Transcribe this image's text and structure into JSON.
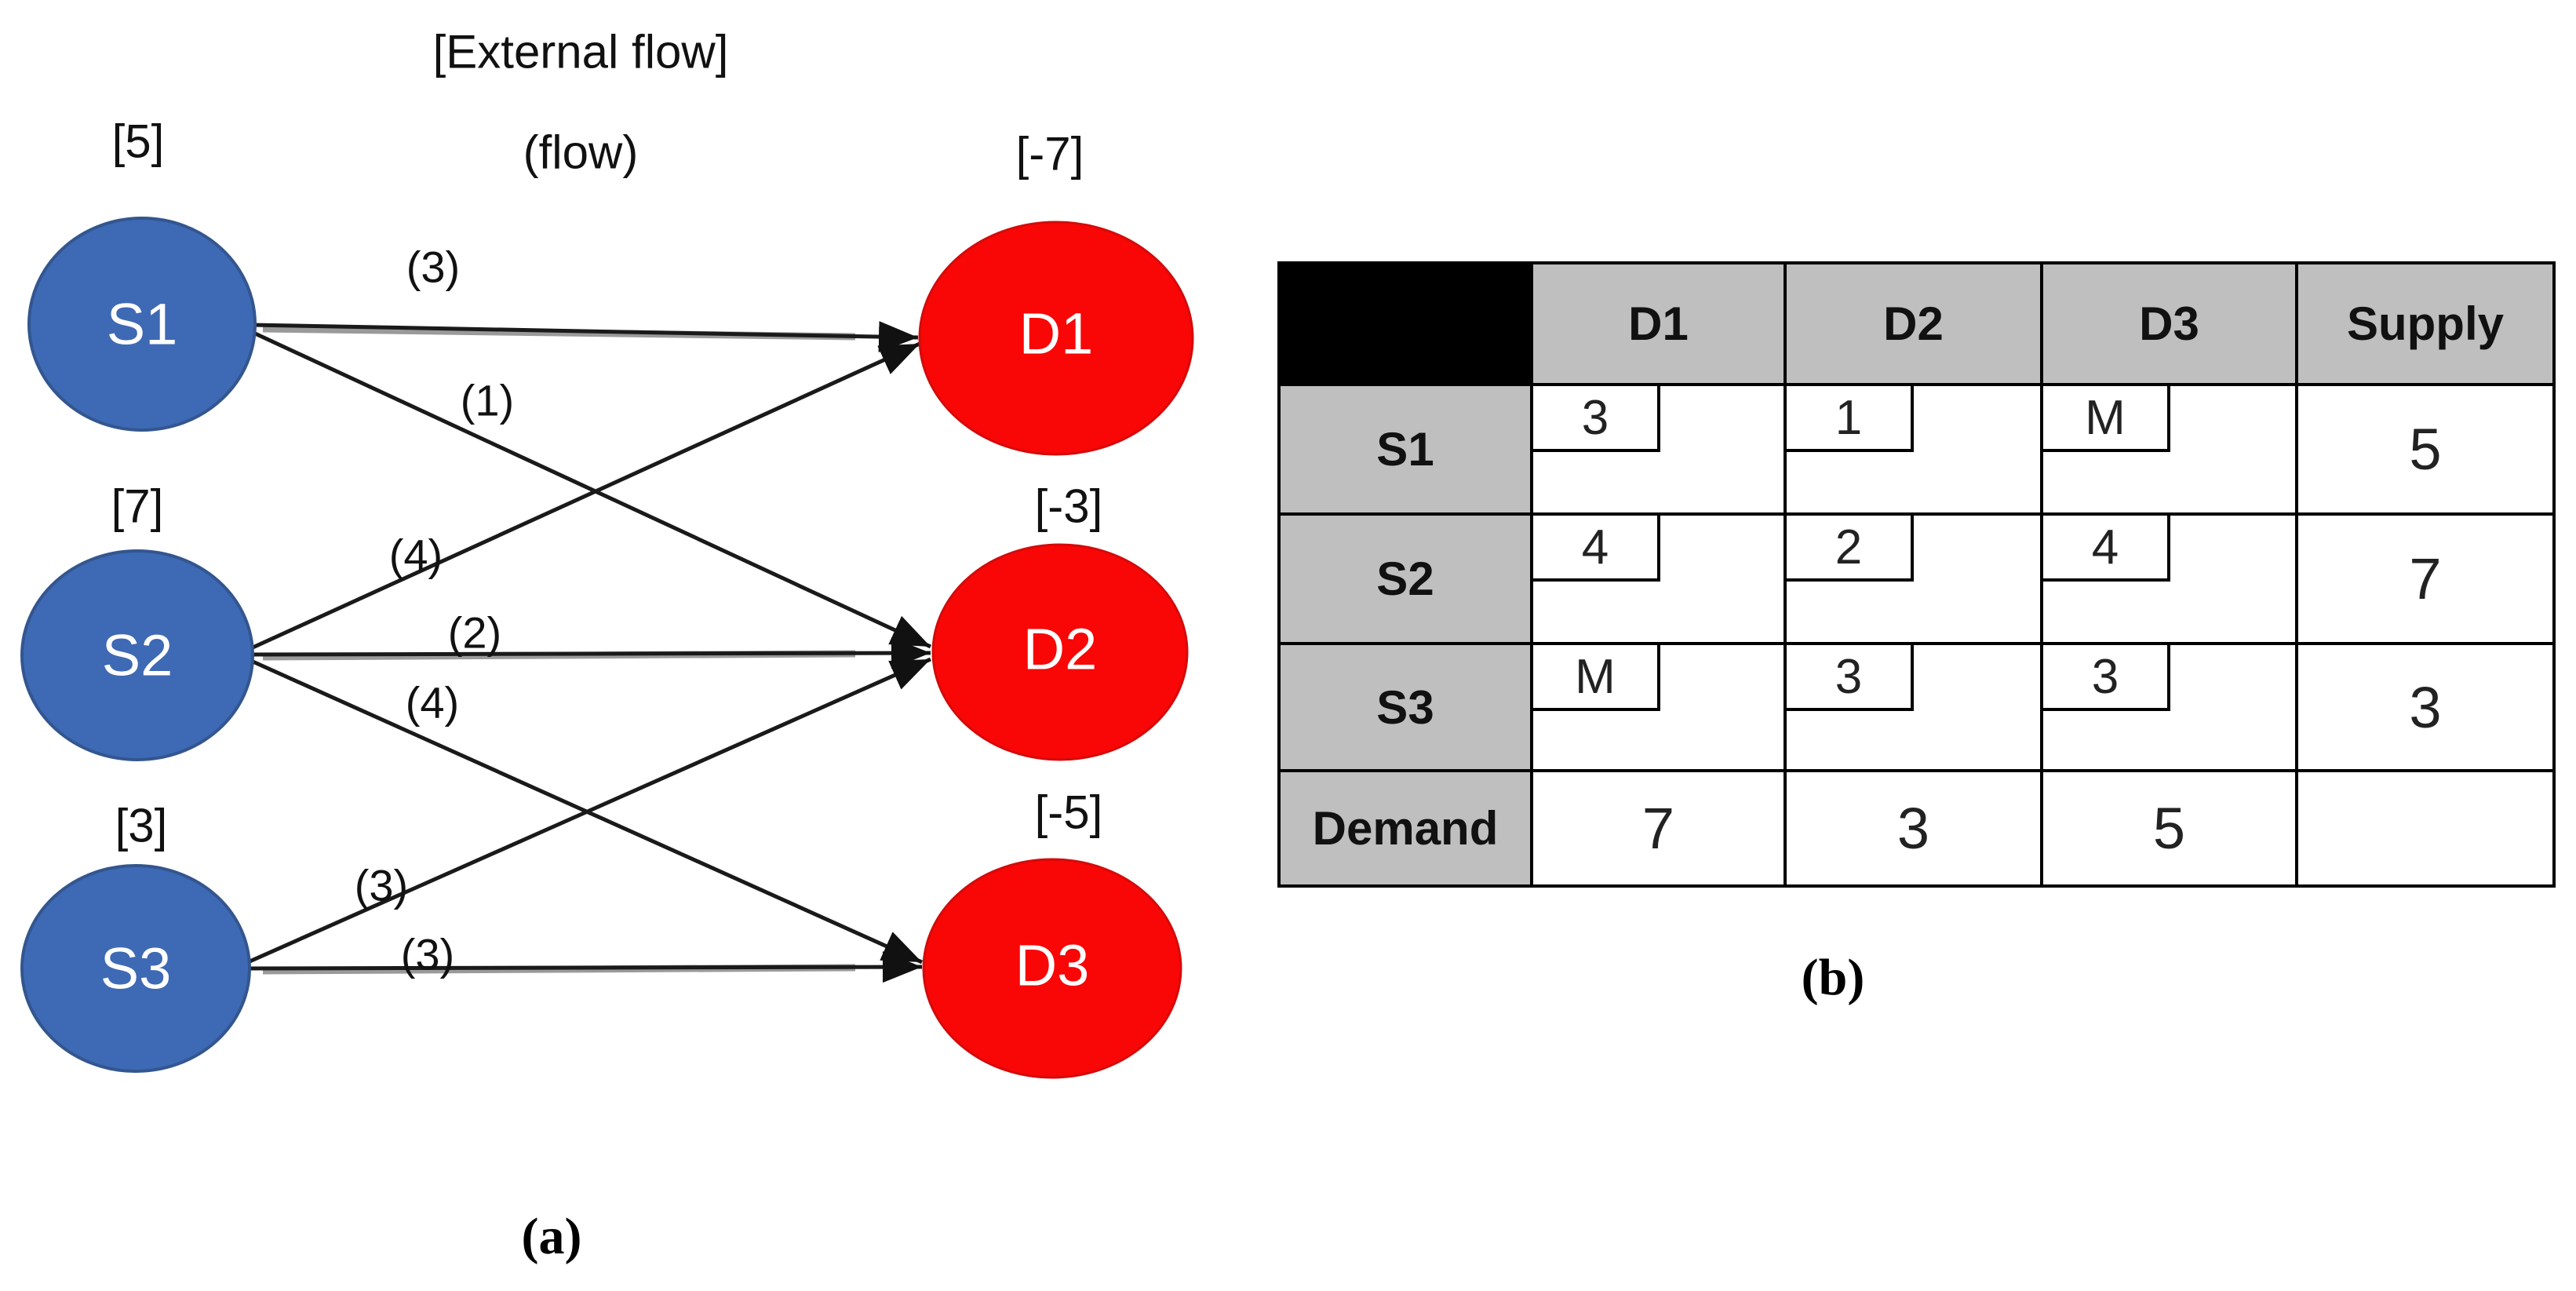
{
  "figure": {
    "panel_a": {
      "caption": "(a)",
      "legend": {
        "external_flow": "[External flow]",
        "flow": "(flow)"
      },
      "sources": [
        {
          "label": "S1",
          "external_flow": "[5]"
        },
        {
          "label": "S2",
          "external_flow": "[7]"
        },
        {
          "label": "S3",
          "external_flow": "[3]"
        }
      ],
      "destinations": [
        {
          "label": "D1",
          "external_flow": "[-7]"
        },
        {
          "label": "D2",
          "external_flow": "[-3]"
        },
        {
          "label": "D3",
          "external_flow": "[-5]"
        }
      ],
      "edges": [
        {
          "from": "S1",
          "to": "D1",
          "flow": "(3)"
        },
        {
          "from": "S1",
          "to": "D2",
          "flow": "(1)"
        },
        {
          "from": "S2",
          "to": "D1",
          "flow": "(4)"
        },
        {
          "from": "S2",
          "to": "D2",
          "flow": "(2)"
        },
        {
          "from": "S2",
          "to": "D3",
          "flow": "(4)"
        },
        {
          "from": "S3",
          "to": "D2",
          "flow": "(3)"
        },
        {
          "from": "S3",
          "to": "D3",
          "flow": "(3)"
        }
      ],
      "colors": {
        "source_fill": "#3e69b4",
        "destination_fill": "#f90606",
        "node_text": "#ffffff",
        "edge_color": "#1a1a1a"
      }
    },
    "panel_b": {
      "caption": "(b)",
      "table": {
        "column_headers": [
          "D1",
          "D2",
          "D3",
          "Supply"
        ],
        "rows": [
          {
            "label": "S1",
            "costs": [
              "3",
              "1",
              "M"
            ],
            "supply": "5"
          },
          {
            "label": "S2",
            "costs": [
              "4",
              "2",
              "4"
            ],
            "supply": "7"
          },
          {
            "label": "S3",
            "costs": [
              "M",
              "3",
              "3"
            ],
            "supply": "3"
          }
        ],
        "demand": {
          "label": "Demand",
          "values": [
            "7",
            "3",
            "5"
          ]
        },
        "colors": {
          "header_bg": "#bfbfbf",
          "corner_bg": "#000000",
          "border": "#000000"
        }
      }
    }
  }
}
